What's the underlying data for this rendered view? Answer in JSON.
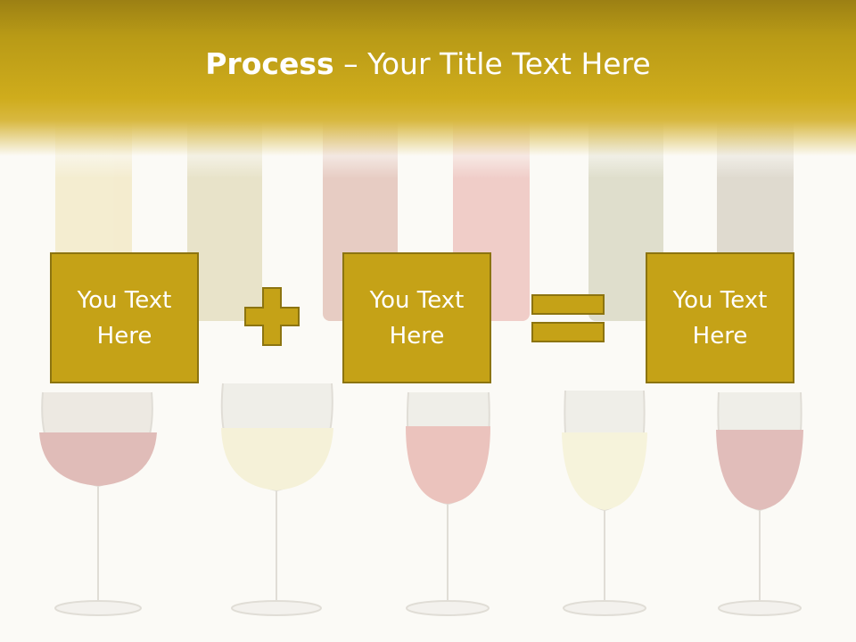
{
  "slide": {
    "title_bold": "Process",
    "title_rest": " – Your Title Text Here"
  },
  "boxes": [
    {
      "text": "You Text Here"
    },
    {
      "text": "You Text Here"
    },
    {
      "text": "You Text Here"
    }
  ],
  "operators": [
    "plus",
    "equals"
  ],
  "colors": {
    "header_gold": "#c9a81b",
    "box_fill": "#c5a217",
    "box_border": "#8c7410",
    "text": "#ffffff"
  }
}
